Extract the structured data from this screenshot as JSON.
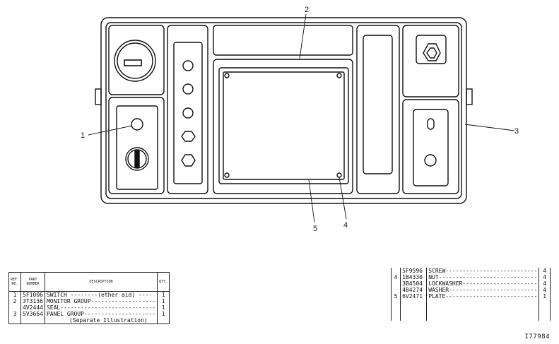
{
  "callouts": [
    "1",
    "2",
    "3",
    "4",
    "5"
  ],
  "parts_left": {
    "headers": [
      "REF. NO.",
      "PART NUMBER",
      "DESCRIPTION",
      "QTY."
    ],
    "rows": [
      {
        "ref": "1",
        "part": "5F1006",
        "desc": "SWITCH --------(ether aid) ----",
        "qty": "1"
      },
      {
        "ref": "2",
        "part": "3T3136",
        "desc": "MONITOR GROUP-------------------",
        "qty": "1"
      },
      {
        "ref": "",
        "part": "4V2444",
        "desc": "SEAL----------------------------",
        "qty": "1"
      },
      {
        "ref": "3",
        "part": "5V3664",
        "desc": "PANEL GROUP---------------------",
        "qty": "1"
      },
      {
        "ref": "",
        "part": "",
        "desc": "(Separate Illustration)",
        "qty": ""
      }
    ]
  },
  "parts_right": {
    "rows": [
      {
        "ref": "",
        "part": "5F9596",
        "desc": "SCREW---------------------------",
        "qty": "4"
      },
      {
        "ref": "4",
        "part": "1B4330",
        "desc": "NUT-----------------------------",
        "qty": "4"
      },
      {
        "ref": "",
        "part": "3B4504",
        "desc": "LOCKWASHER----------------------",
        "qty": "4"
      },
      {
        "ref": "",
        "part": "4B4274",
        "desc": "WASHER--------------------------",
        "qty": "4"
      },
      {
        "ref": "5",
        "part": "6V2471",
        "desc": "PLATE---------------------------",
        "qty": "1"
      }
    ]
  },
  "drawing_number": "I77984"
}
